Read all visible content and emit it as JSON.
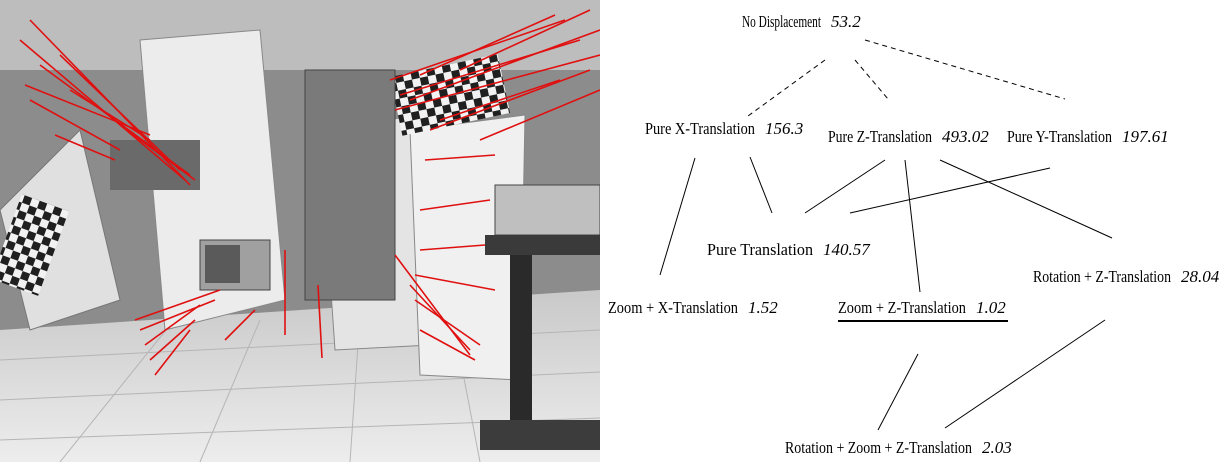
{
  "nodes": [
    {
      "name": "No Displacement",
      "value": "53.2"
    },
    {
      "name": "Pure X-Translation",
      "value": "156.3"
    },
    {
      "name": "Pure Z-Translation",
      "value": "493.02"
    },
    {
      "name": "Pure Y-Translation",
      "value": "197.61"
    },
    {
      "name": "Pure Translation",
      "value": "140.57"
    },
    {
      "name": "Rotation + Z-Translation",
      "value": "28.04"
    },
    {
      "name": "Zoom + X-Translation",
      "value": "1.52"
    },
    {
      "name": "Zoom + Z-Translation",
      "value": "1.02",
      "selected": true
    },
    {
      "name": "Rotation + Zoom + Z-Translation",
      "value": "2.03"
    }
  ],
  "edges": [
    {
      "from": 0,
      "to": 1,
      "style": "dashed"
    },
    {
      "from": 0,
      "to": 2,
      "style": "dashed"
    },
    {
      "from": 0,
      "to": 3,
      "style": "dashed"
    },
    {
      "from": 1,
      "to": 4,
      "style": "solid"
    },
    {
      "from": 1,
      "to": 6,
      "style": "solid"
    },
    {
      "from": 2,
      "to": 4,
      "style": "solid"
    },
    {
      "from": 2,
      "to": 7,
      "style": "solid"
    },
    {
      "from": 2,
      "to": 5,
      "style": "solid"
    },
    {
      "from": 3,
      "to": 4,
      "style": "solid"
    },
    {
      "from": 7,
      "to": 8,
      "style": "solid"
    },
    {
      "from": 5,
      "to": 8,
      "style": "solid"
    }
  ],
  "colors": {
    "flow_vectors": "#e01010",
    "edges": "#000000"
  }
}
